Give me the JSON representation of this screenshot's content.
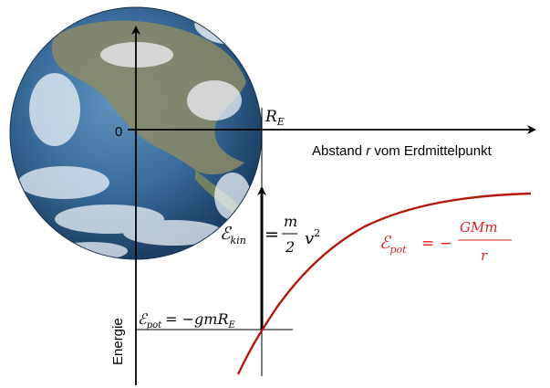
{
  "labels": {
    "origin": "0",
    "radius_label": "R",
    "radius_sub": "E",
    "axis_x_label_pre": "Abstand ",
    "axis_x_label_var": "r",
    "axis_x_label_post": " vom Erdmittelpunkt",
    "axis_y_label": "Energie",
    "ekin_symbol": "ℰ",
    "ekin_sub": "kin",
    "ekin_eq": "=",
    "ekin_num": "m",
    "ekin_den": "2",
    "ekin_tail": "v",
    "ekin_exp": "2",
    "epot_symbol": "ℰ",
    "epot_sub": "pot",
    "epot_eq": "= −",
    "epot_num": "GMm",
    "epot_den": "r",
    "epot_surface_symbol": "ℰ",
    "epot_surface_sub": "pot",
    "epot_surface_rhs": "= −gmR",
    "epot_surface_rhs_sub": "E"
  },
  "colors": {
    "curve": "#b01a0a",
    "red_text": "#e02020",
    "axis": "#000000",
    "ocean_dark": "#1f4f7a",
    "ocean": "#3f78a8",
    "land": "#8a8a6a",
    "cloud": "#e8eef4"
  }
}
